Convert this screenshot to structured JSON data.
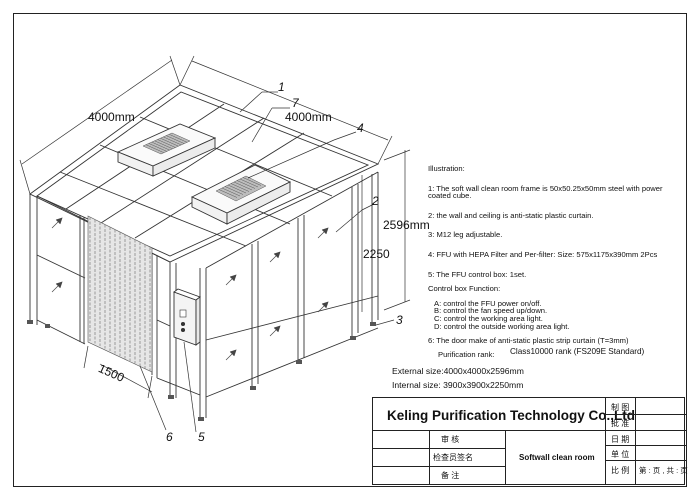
{
  "dimensions": {
    "width_left": "4000mm",
    "width_right": "4000mm",
    "height_total": "2596mm",
    "height_inner": "2250",
    "curtain_width": "1500"
  },
  "callouts": [
    "1",
    "7",
    "4",
    "2",
    "3",
    "6",
    "5"
  ],
  "notes": {
    "heading": "Illustration:",
    "items": [
      "1: The soft wall clean room frame is 50x50.25x50mm steel with power",
      "coated cube.",
      "2:  the wall and ceiling is anti-static plastic curtain.",
      "3: M12 leg adjustable.",
      "4: FFU with HEPA Filter and Per-filter: Size: 575x1175x390mm 2Pcs",
      "5: The FFU control box: 1set."
    ],
    "control_heading": "Control box Function:",
    "control_items": [
      "A: control the FFU power on/off.",
      "B: control the fan speed up/down.",
      "C: control the working area light.",
      "D: control the outside working area light."
    ],
    "door_note": "6: The door make of anti-static plastic strip curtain (T=3mm)"
  },
  "purification": {
    "label": "Purification rank:",
    "value": "Class10000 rank (FS209E Standard)"
  },
  "sizes": {
    "external": "External size:4000x4000x2596mm",
    "internal": "Internal size:  3900x3900x2250mm"
  },
  "title_block": {
    "company": "Keling Purification Technology Co.,Ltd",
    "drawing_name": "Softwall clean room",
    "right_labels": [
      "制 图",
      "批 准",
      "日 期",
      "单 位",
      "比 例"
    ],
    "left_labels": [
      "审 核",
      "检查员签名",
      "备 注"
    ],
    "sheet": "第 : 页 , 共 : 页"
  }
}
